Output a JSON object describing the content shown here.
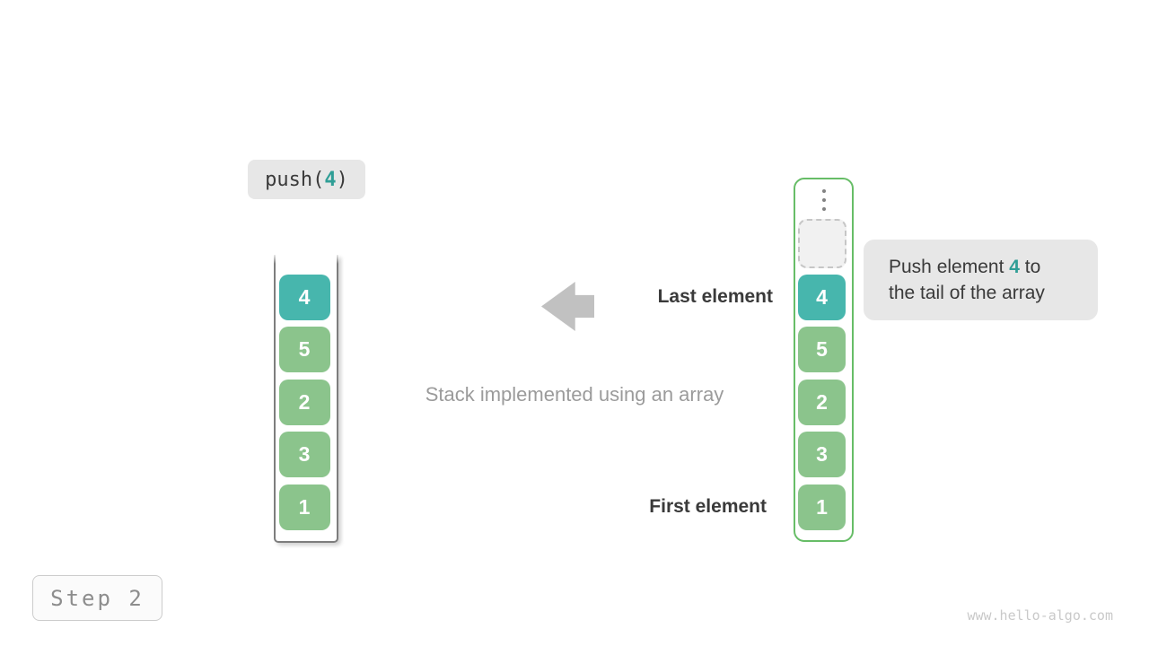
{
  "colors": {
    "teal": "#47b6ad",
    "teal_text": "#2f9e96",
    "green": "#8bc48c",
    "green_border": "#67bd67",
    "box_gray": "#e7e7e7",
    "arrow_gray": "#c1c1c1",
    "dark_text": "#3a3a3a",
    "muted_text": "#9b9b9b",
    "step_text": "#8d8d8d",
    "watermark_text": "#c9c9c9"
  },
  "operation": {
    "prefix": "push(",
    "value": "4",
    "suffix": ")"
  },
  "left_stack": {
    "cells": [
      "4",
      "5",
      "2",
      "3",
      "1"
    ]
  },
  "right_stack": {
    "cells": [
      "4",
      "5",
      "2",
      "3",
      "1"
    ]
  },
  "labels": {
    "last_element": "Last element",
    "caption": "Stack implemented using an array",
    "first_element": "First element"
  },
  "callout": {
    "line1_before": "Push element ",
    "value": "4",
    "line1_after": " to",
    "line2": "the tail of the array"
  },
  "step_label": "Step 2",
  "watermark": "www.hello-algo.com"
}
